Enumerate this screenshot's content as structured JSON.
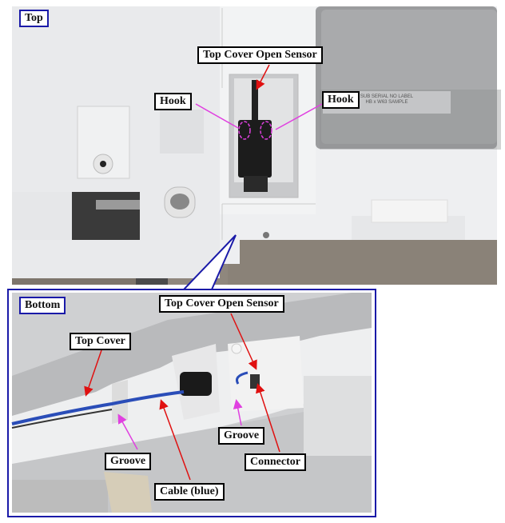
{
  "top_view": {
    "title": "Top",
    "labels": {
      "sensor": "Top Cover Open Sensor",
      "hook_left": "Hook",
      "hook_right": "Hook"
    },
    "sticker_text": [
      "SUB SERIAL NO LABEL",
      "HB x W63 SAMPLE"
    ]
  },
  "bottom_view": {
    "title": "Bottom",
    "labels": {
      "sensor": "Top Cover Open Sensor",
      "top_cover": "Top Cover",
      "groove_left": "Groove",
      "groove_right": "Groove",
      "connector": "Connector",
      "cable": "Cable (blue)"
    }
  },
  "colors": {
    "frame_blue": "#1a1aa8",
    "arrow_red": "#e01010",
    "arrow_magenta": "#e040e0"
  }
}
